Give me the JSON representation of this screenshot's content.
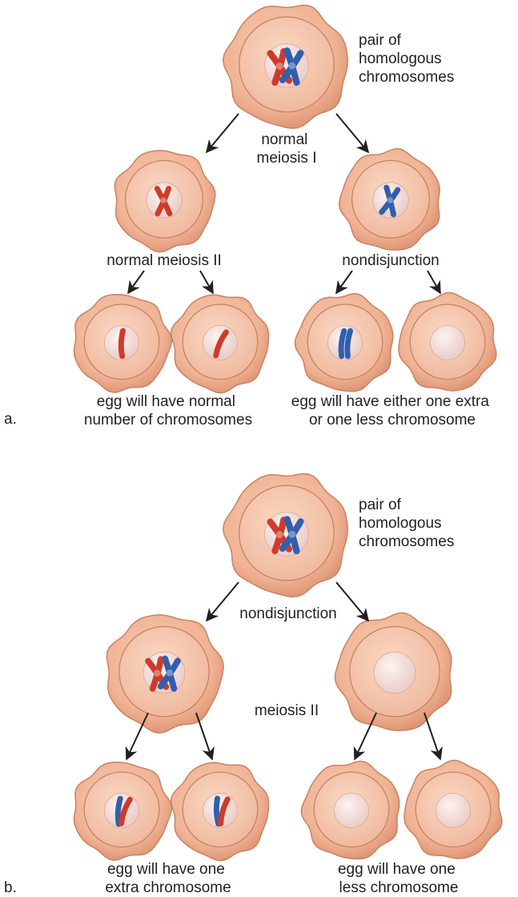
{
  "colors": {
    "cell_outer": "#f2b99c",
    "cell_rim": "#c98263",
    "cell_inner": "#f6c9ad",
    "nucleus": "#f6e7e2",
    "chromosome_red": "#cf3b2a",
    "chromosome_blue": "#2f5fae",
    "arrow": "#231f20",
    "text": "#231f20"
  },
  "panel_a": {
    "letter": "a.",
    "top_label": [
      "pair of",
      "homologous",
      "chromosomes"
    ],
    "meiosis1_label": [
      "normal",
      "meiosis I"
    ],
    "left_label": "normal meiosis II",
    "right_label": "nondisjunction",
    "bottom_left_caption": [
      "egg will have normal",
      "number of chromosomes"
    ],
    "bottom_right_caption": [
      "egg will have either one extra",
      "or one less chromosome"
    ]
  },
  "panel_b": {
    "letter": "b.",
    "top_label": [
      "pair of",
      "homologous",
      "chromosomes"
    ],
    "division1_label": "nondisjunction",
    "division2_label": "meiosis II",
    "bottom_left_caption": [
      "egg will have one",
      "extra chromosome"
    ],
    "bottom_right_caption": [
      "egg will have one",
      "less chromosome"
    ]
  }
}
